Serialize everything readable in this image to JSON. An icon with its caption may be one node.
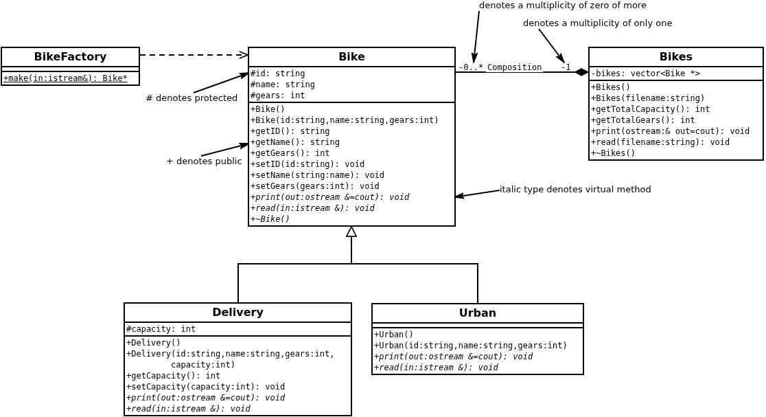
{
  "diagram": {
    "nodes": [
      {
        "text": [
          "BikeFactory"
        ]
      },
      {
        "text": [],
        "shape": "box",
        "in": 0
      },
      {
        "text": [
          "+make(in:istream&): Bike*"
        ],
        "in": 0
      },
      {
        "text": [
          "Bike"
        ]
      },
      {
        "text": [
          "#id: string",
          "#name: string",
          "#gears: int"
        ],
        "in": 3
      },
      {
        "text": [
          "+Bike()",
          "+Bike(id:string,name:string,gears:int)",
          "+getID(): string",
          "+getName(): string",
          "+getGears(): int",
          "+setID(id:string): void",
          "+setName(string:name): void",
          "+setGears(gears:int): void",
          "+*print(out:ostream &=cout): void*",
          "+*read(in:istream &): void*",
          "+*~Bike()*"
        ],
        "in": 3
      },
      {
        "text": [
          "Bikes"
        ]
      },
      {
        "text": [
          "-bikes: vector<Bike *>"
        ],
        "in": 6
      },
      {
        "text": [
          "+Bikes()",
          "+Bikes(filename:string)",
          "+getTotalCapacity(): int",
          "+getTotalGears(): int",
          "+print(ostream:& out=cout): void",
          "+read(filename:string): void",
          "+~Bikes()"
        ],
        "in": 6
      },
      {
        "text": [
          "Delivery"
        ]
      },
      {
        "text": [
          "#capacity: int"
        ],
        "in": 9
      },
      {
        "text": [
          "+Delivery()",
          "+Delivery(id:string,name:string,gears:int, capacity:int)",
          "+getCapacity(): int",
          "+setCapacity(capacity:int): void",
          "+*print(out:ostream &=cout): void*",
          "+*read(in:istream &): void*"
        ],
        "in": 9
      },
      {
        "text": [
          "Urban"
        ]
      },
      {
        "text": [],
        "shape": "box",
        "in": 12
      },
      {
        "text": [
          "+Urban()",
          "+Urban(id:string,name:string,gears:int)",
          "+*print(out:ostream &=cout): void*",
          "+*read(in:istream &): void*"
        ],
        "in": 12
      },
      {
        "text": [
          "# denotes protected"
        ]
      },
      {
        "text": [
          "+ denotes public"
        ]
      },
      {
        "text": [
          "italic type denotes virtual method"
        ]
      },
      {
        "text": [
          "denotes a multiplicity of zero of more"
        ]
      },
      {
        "text": [
          "denotes a multiplicity of only one"
        ]
      },
      {
        "text": [
          "-0..*"
        ]
      },
      {
        "text": [
          "-1"
        ]
      }
    ],
    "edges": [
      {
        "from": 0,
        "to": 3,
        "arrow": "to",
        "style": "dashed"
      },
      {
        "from": 3,
        "to": 6,
        "arrow": "other",
        "label": "Composition"
      },
      {
        "from": 9,
        "to": 3,
        "arrow": "to"
      },
      {
        "from": 12,
        "to": 3,
        "arrow": "to"
      },
      {
        "from": 15,
        "to": 4,
        "arrow": "to"
      },
      {
        "from": 16,
        "to": 5,
        "arrow": "to"
      },
      {
        "from": 17,
        "to": 5,
        "arrow": "to"
      },
      {
        "from": 18,
        "to": 20,
        "arrow": "to"
      },
      {
        "from": 19,
        "to": 21,
        "arrow": "to"
      }
    ]
  }
}
